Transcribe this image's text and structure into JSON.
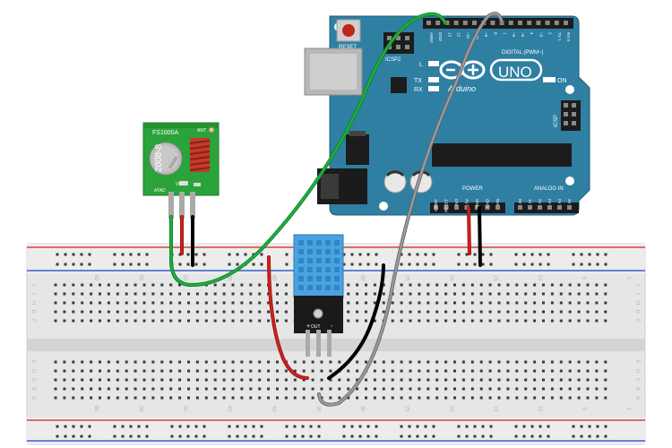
{
  "arduino": {
    "brand": "Arduino",
    "model": "UNO",
    "reset_label": "RESET",
    "icsp2_label": "ICSP2",
    "icsp_label": "ICSP",
    "digital_label": "DIGITAL (PWM~)",
    "power_label": "POWER",
    "analog_label": "ANALOG IN",
    "on_label": "ON",
    "l_label": "L",
    "tx_label": "TX",
    "rx_label": "RX",
    "top_pins": [
      "AREF",
      "GND",
      "13",
      "12",
      "~11",
      "~10",
      "~9",
      "8",
      "7",
      "~6",
      "~5",
      "4",
      "~3",
      "2",
      "TX 1",
      "RX 0"
    ],
    "power_pins": [
      "IOREF",
      "RESET",
      "3V3",
      "5V",
      "GND",
      "GND",
      "VIN"
    ],
    "analog_pins": [
      "A0",
      "A1",
      "A2",
      "A3",
      "A4",
      "A5"
    ]
  },
  "transmitter": {
    "model": "FS1000A",
    "crystal": "2008-8",
    "crystal_text": "R433A",
    "ant_label": "ANT",
    "data_label": "ATAD",
    "vcc_label": "VCC",
    "gnd_label": "GND"
  },
  "sensor": {
    "plus_label": "+",
    "out_label": "OUT",
    "minus_label": "-"
  },
  "breadboard": {
    "column_numbers": [
      "1",
      "5",
      "10",
      "15",
      "20",
      "25",
      "30",
      "35",
      "40",
      "45",
      "50",
      "55",
      "60"
    ],
    "row_letters_top": [
      "J",
      "I",
      "H",
      "G",
      "F"
    ],
    "row_letters_bottom": [
      "E",
      "D",
      "C",
      "B",
      "A"
    ]
  },
  "colors": {
    "board_blue": "#2f7fa3",
    "pcb_green": "#2aa33b",
    "sensor_blue": "#4aa3e0",
    "wire_green": "#1fae3d",
    "wire_red": "#d0211c",
    "wire_black": "#1a1a1a",
    "wire_gray": "#8d8d8d",
    "rail_red": "#d8443a",
    "rail_blue": "#3560c8"
  }
}
